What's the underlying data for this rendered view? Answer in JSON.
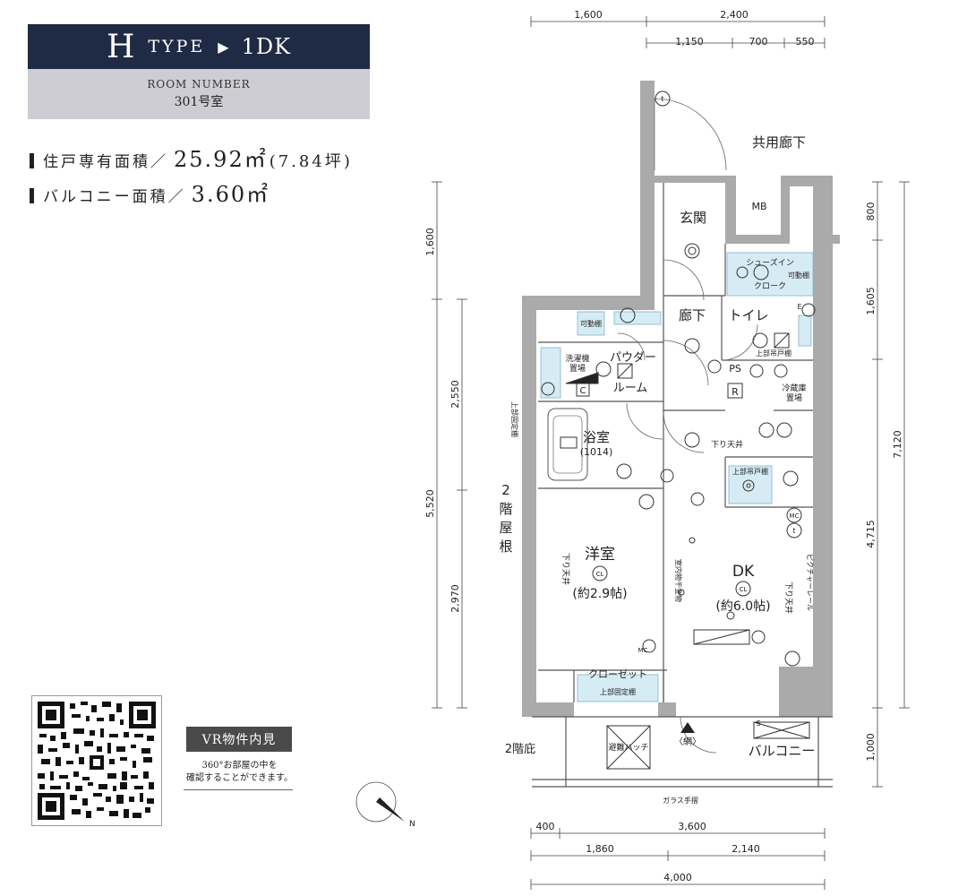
{
  "unit_type": {
    "letter": "H",
    "word": "TYPE",
    "arrow": "▶",
    "layout": "1DK",
    "room_number_label": "ROOM NUMBER",
    "room_number": "301号室"
  },
  "areas": [
    {
      "label": "住戸専有面積／",
      "value": "25.92㎡",
      "sub": "(7.84坪)"
    },
    {
      "label": "バルコニー面積／",
      "value": "3.60㎡",
      "sub": ""
    }
  ],
  "vr": {
    "badge": "VR物件内見",
    "note_line1": "360°お部屋の中を",
    "note_line2": "確認することができます。"
  },
  "dimensions": {
    "top_row1": [
      "1,600",
      "2,400"
    ],
    "top_row2": [
      "1,150",
      "700",
      "550"
    ],
    "bottom_row1": [
      "400",
      "3,600"
    ],
    "bottom_row2": [
      "1,860",
      "2,140"
    ],
    "bottom_total": "4,000",
    "left_outer": [
      "1,600",
      "5,520"
    ],
    "left_inner": [
      "2,550",
      "2,970"
    ],
    "right_inner": [
      "800",
      "1,605",
      "4,715",
      "1,000"
    ],
    "right_outer": "7,120"
  },
  "rooms": {
    "corridor": "共用廊下",
    "mb": "MB",
    "entrance": "玄関",
    "shoes_in_closet_1": "シューズイン",
    "shoes_in_closet_2": "クローク",
    "movable_shelf": "可動棚",
    "hallway": "廊下",
    "toilet": "トイレ",
    "upper_shelf": "上部吊戸棚",
    "ps": "PS",
    "r": "R",
    "fridge_1": "冷蔵庫",
    "fridge_2": "置場",
    "washer_1": "洗濯機",
    "washer_2": "置場",
    "powder_1": "パウダー",
    "powder_2": "ルーム",
    "c": "C",
    "bath": "浴室",
    "bath_size": "(1014)",
    "lowered_ceiling": "下り天井",
    "western_room": "洋室",
    "western_size": "(約2.9帖)",
    "dk": "DK",
    "dk_size": "(約6.0帖)",
    "indoor_drying": "室内物干金物",
    "picture_rail": "ピクチャーレール",
    "closet": "クローゼット",
    "upper_fixed_shelf": "上部固定棚",
    "upper_fixed_shelf_v": "上部固定棚",
    "roof_2f_1": "2",
    "roof_2f_2": "階",
    "roof_2f_3": "屋",
    "roof_2f_4": "根",
    "eaves_2f": "2階庇",
    "hatch": "避難ハッチ",
    "net": "〈網〉",
    "balcony": "バルコニー",
    "glass_railing": "ガラス手摺",
    "cl": "CL",
    "mc": "MC",
    "t": "t",
    "e": "E",
    "s": "S",
    "compass_n": "N"
  }
}
